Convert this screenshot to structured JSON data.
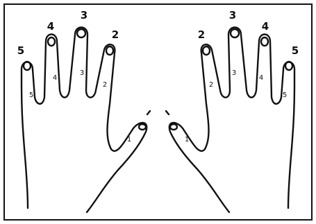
{
  "diagram": {
    "left_hand": {
      "finger_numbers": [
        "5",
        "4",
        "3",
        "2"
      ],
      "inner_marks": [
        "5",
        "4",
        "3",
        "2",
        "1"
      ]
    },
    "right_hand": {
      "finger_numbers": [
        "2",
        "3",
        "4",
        "5"
      ],
      "inner_marks": [
        "2",
        "3",
        "4",
        "5",
        "1"
      ]
    }
  }
}
